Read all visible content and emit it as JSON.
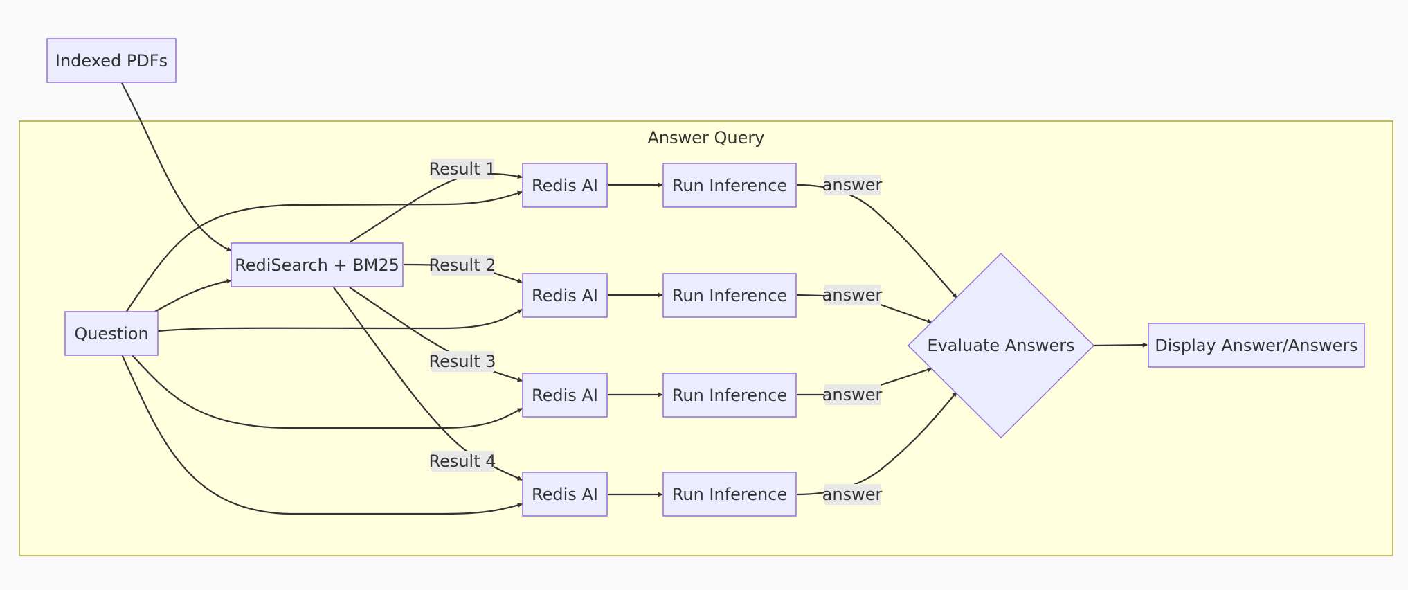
{
  "cluster": {
    "title": "Answer Query"
  },
  "nodes": {
    "pdfs": "Indexed PDFs",
    "question": "Question",
    "redisearch": "RediSearch + BM25",
    "redis_ai": [
      "Redis AI",
      "Redis AI",
      "Redis AI",
      "Redis AI"
    ],
    "inference": [
      "Run Inference",
      "Run Inference",
      "Run Inference",
      "Run Inference"
    ],
    "evaluate": "Evaluate Answers",
    "display": "Display Answer/Answers"
  },
  "edge_labels": {
    "results": [
      "Result 1",
      "Result 2",
      "Result 3",
      "Result 4"
    ],
    "answers": [
      "answer",
      "answer",
      "answer",
      "answer"
    ]
  }
}
